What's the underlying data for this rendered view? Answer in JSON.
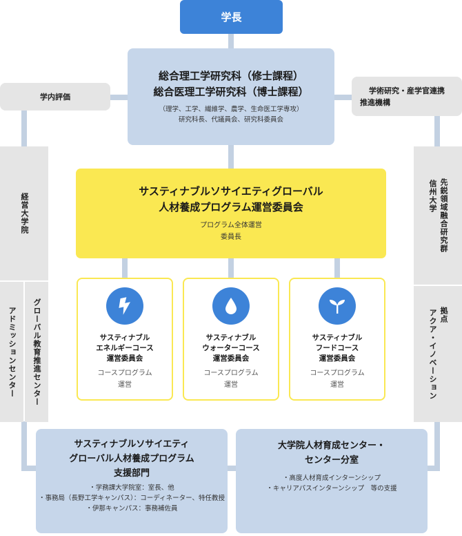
{
  "president": {
    "label": "学長"
  },
  "graduate_school": {
    "title_line1": "総合理工学研究科（修士課程）",
    "title_line2": "総合医理工学研究科（博士課程）",
    "sub_line1": "（理学、工学、繊維学、農学、生命医工学専攻）",
    "sub_line2": "研究科長、代議員会、研究科委員会"
  },
  "internal_evaluation": {
    "label": "学内評価"
  },
  "industry_collab": {
    "line1": "学術研究・産学官連携",
    "line2": "推進機構"
  },
  "management_grad": {
    "label": "経営大学院"
  },
  "advanced_research": {
    "line1": "信州大学",
    "line2": "先鋭領域融合研究群"
  },
  "admission_center": {
    "label": "アドミッションセンター"
  },
  "global_education": {
    "label": "グローバル教育推進センター"
  },
  "aqua_innovation": {
    "line1": "アクア・イノベーション",
    "line2": "拠点"
  },
  "steering_committee": {
    "title_line1": "サスティナブルソサイエティグローバル",
    "title_line2": "人材養成プログラム運営委員会",
    "sub_line1": "プログラム全体運営",
    "sub_line2": "委員長"
  },
  "courses": [
    {
      "icon": "lightning-icon",
      "line1": "サスティナブル",
      "line2": "エネルギーコース",
      "line3": "運営委員会",
      "sub_line1": "コースプログラム",
      "sub_line2": "運営"
    },
    {
      "icon": "water-drop-icon",
      "line1": "サスティナブル",
      "line2": "ウォーターコース",
      "line3": "運営委員会",
      "sub_line1": "コースプログラム",
      "sub_line2": "運営"
    },
    {
      "icon": "sprout-icon",
      "line1": "サスティナブル",
      "line2": "フードコース",
      "line3": "運営委員会",
      "sub_line1": "コースプログラム",
      "sub_line2": "運営"
    }
  ],
  "support_dept": {
    "title_line1": "サスティナブルソサイエティ",
    "title_line2": "グローバル人材養成プログラム",
    "title_line3": "支援部門",
    "items": [
      "・学務課大学院室：室長、他",
      "・事務局（長野工学キャンパス）：コーディネーター、特任教授",
      "・伊那キャンパス：事務補佐員"
    ]
  },
  "hr_center": {
    "title_line1": "大学院人材育成センター・",
    "title_line2": "センター分室",
    "items": [
      "・高度人材育成インターンシップ",
      "・キャリアパスインターンシップ　等の支援"
    ]
  },
  "colors": {
    "blue": "#3d83d8",
    "light_blue": "#c6d6ea",
    "yellow": "#fae852",
    "gray": "#e5e5e5",
    "connector": "#c3d1e2"
  }
}
